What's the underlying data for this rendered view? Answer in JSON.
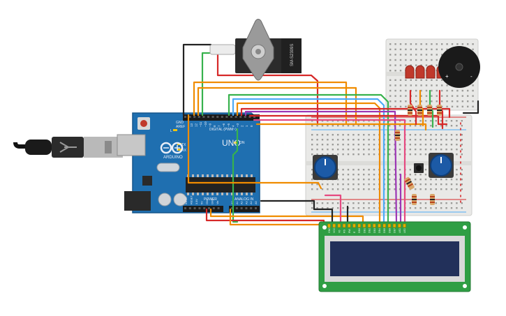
{
  "arduino": {
    "brand": "ARDUINO",
    "model": "UNO",
    "digital_label": "DIGITAL (PWM~)",
    "power_label": "POWER",
    "analog_label": "ANALOG IN",
    "aref": "AREF",
    "gnd": "GND",
    "tx": "TX",
    "rx": "RX",
    "l": "L",
    "on": "ON",
    "pin_labels_top": [
      "13",
      "12",
      "~11",
      "~10",
      "~9",
      "8",
      "7",
      "~6",
      "~5",
      "4",
      "~3",
      "2",
      "1",
      "0"
    ],
    "power_pins": [
      "IOREF",
      "RESET",
      "3.3V",
      "5V",
      "GND",
      "GND",
      "Vin"
    ],
    "analog_pins": [
      "A0",
      "A1",
      "A2",
      "A3",
      "A4",
      "A5"
    ]
  },
  "servo": {
    "part_label": "SM-S2309S"
  },
  "buzzer": {
    "plus": "+",
    "minus": "-"
  },
  "lcd": {
    "pin_labels": [
      "GND",
      "VCC",
      "V0",
      "RS",
      "RW",
      "E",
      "DB0",
      "DB1",
      "DB2",
      "DB3",
      "DB4",
      "DB5",
      "DB6",
      "DB7",
      "LED",
      "LED"
    ]
  },
  "colors": {
    "arduino_board": "#1f6fb0",
    "breadboard": "#e9e9e7",
    "lcd_pcb": "#2f9e44",
    "lcd_screen": "#22305a",
    "wire_red": "#d62828",
    "wire_orange": "#f08c00",
    "wire_green": "#37b24d",
    "wire_blue": "#4dabf7",
    "wire_purple": "#9c36b5",
    "wire_black": "#222222",
    "wire_pink": "#e64980"
  }
}
